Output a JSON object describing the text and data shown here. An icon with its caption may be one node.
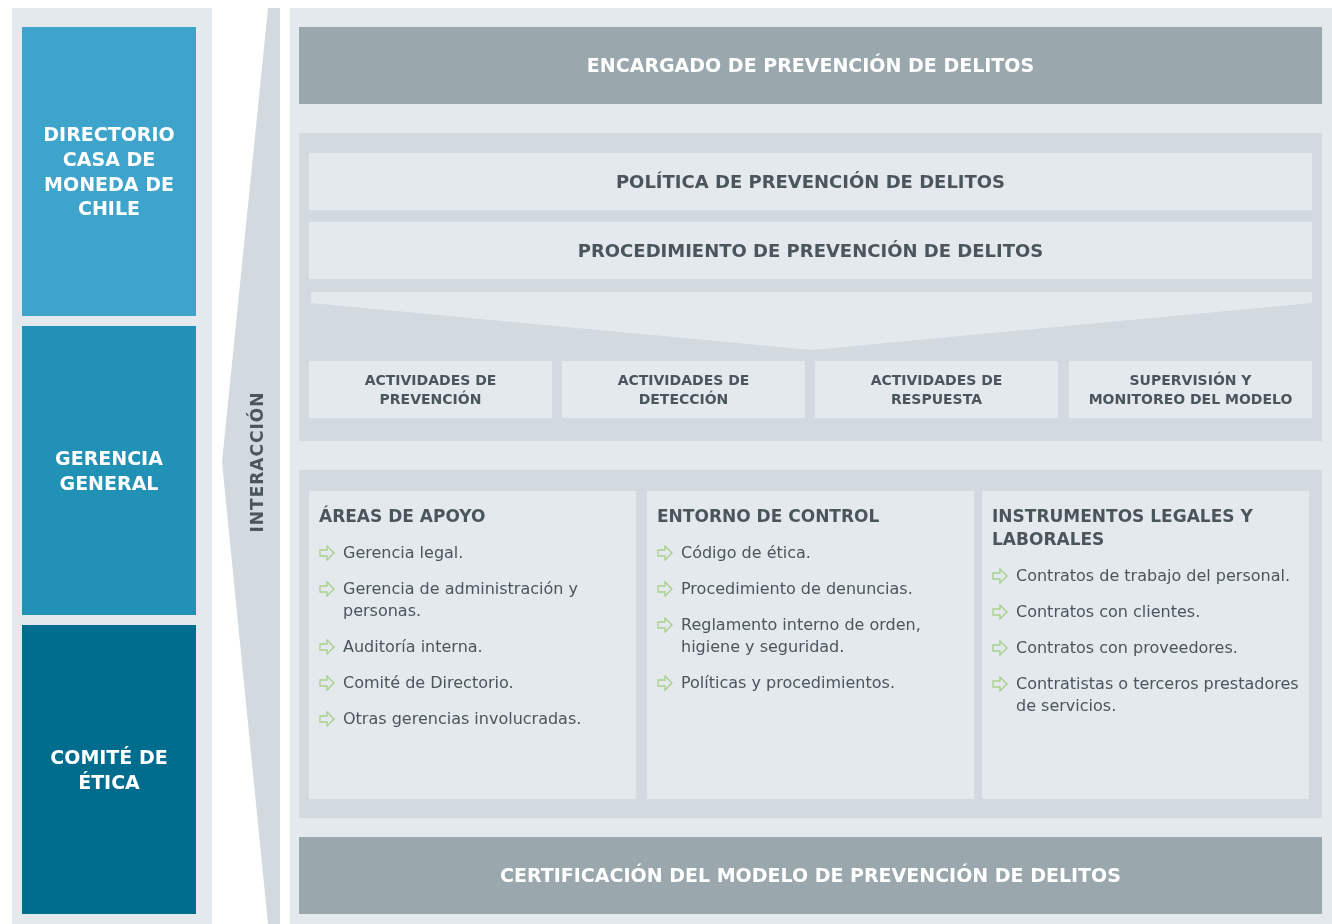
{
  "diagram": {
    "nodes": [
      {
        "text": [
          "DIRECTORIO CASA DE MONEDA DE CHILE"
        ]
      },
      {
        "text": [
          "GERENCIA GENERAL"
        ]
      },
      {
        "text": [
          "COMITÉ DE ÉTICA"
        ]
      },
      {
        "text": [
          "INTERACCIÓN"
        ]
      },
      {
        "text": [
          "ENCARGADO DE PREVENCIÓN DE DELITOS"
        ]
      },
      {
        "text": [
          "POLÍTICA DE PREVENCIÓN DE DELITOS"
        ]
      },
      {
        "text": [
          "PROCEDIMIENTO DE PREVENCIÓN DE DELITOS"
        ]
      },
      {
        "text": [
          "ACTIVIDADES DE PREVENCIÓN"
        ]
      },
      {
        "text": [
          "ACTIVIDADES DE DETECCIÓN"
        ]
      },
      {
        "text": [
          "ACTIVIDADES DE RESPUESTA"
        ]
      },
      {
        "text": [
          "SUPERVISIÓN Y MONITOREO DEL MODELO"
        ]
      },
      {
        "text": [
          "ÁREAS DE APOYO",
          "Gerencia legal.",
          "Gerencia de administración y personas.",
          "Auditoría interna.",
          "Comité de Directorio.",
          "Otras gerencias involucradas."
        ]
      },
      {
        "text": [
          "ENTORNO DE CONTROL",
          "Código de ética.",
          "Procedimiento de denuncias.",
          "Reglamento interno de orden, higiene y seguridad.",
          "Políticas y procedimientos."
        ]
      },
      {
        "text": [
          "INSTRUMENTOS LEGALES Y LABORALES",
          "Contratos de trabajo del personal.",
          "Contratos con clientes.",
          "Contratos con proveedores.",
          "Contratistas o terceros prestadores de servicios."
        ]
      },
      {
        "text": [
          "CERTIFICACIÓN DEL MODELO DE PREVENCIÓN DE DELITOS"
        ]
      },
      {
        "text": [],
        "shape": "funnel"
      }
    ],
    "edges": []
  }
}
